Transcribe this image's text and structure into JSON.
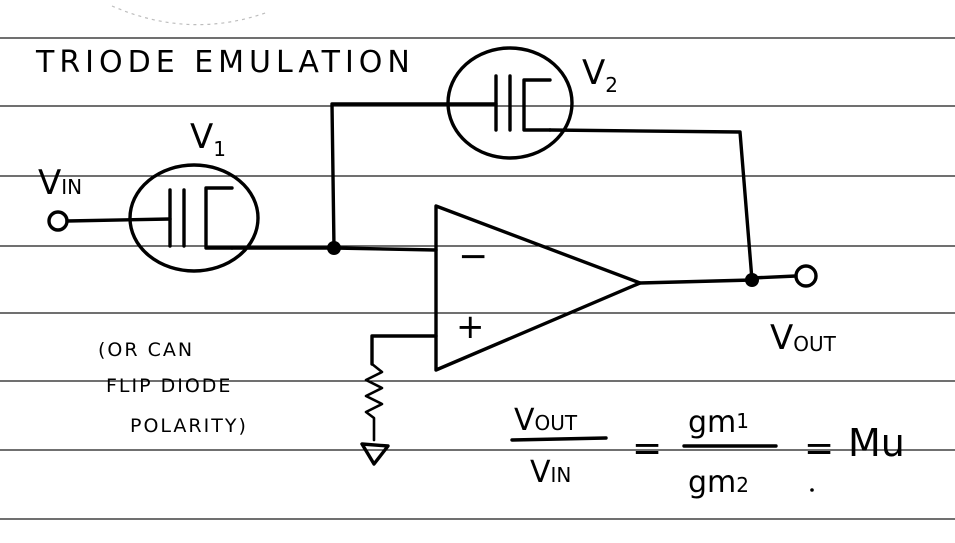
{
  "title": "TRIODE EMULATION",
  "labels": {
    "v1": "V",
    "v1_sub": "1",
    "v2": "V",
    "v2_sub": "2",
    "vin": "V",
    "vin_sub": "IN",
    "vout": "V",
    "vout_sub": "OUT",
    "minus": "−",
    "plus": "+"
  },
  "note": {
    "line1": "(OR CAN",
    "line2": "FLIP DIODE",
    "line3": "POLARITY)"
  },
  "equation": {
    "lhs_num": "V",
    "lhs_num_sub": "OUT",
    "lhs_den": "V",
    "lhs_den_sub": "IN",
    "eq1": "=",
    "rhs_num": "gm",
    "rhs_num_sub": "1",
    "rhs_den": "gm",
    "rhs_den_sub": "2",
    "eq2": "=",
    "result": "Mu"
  }
}
